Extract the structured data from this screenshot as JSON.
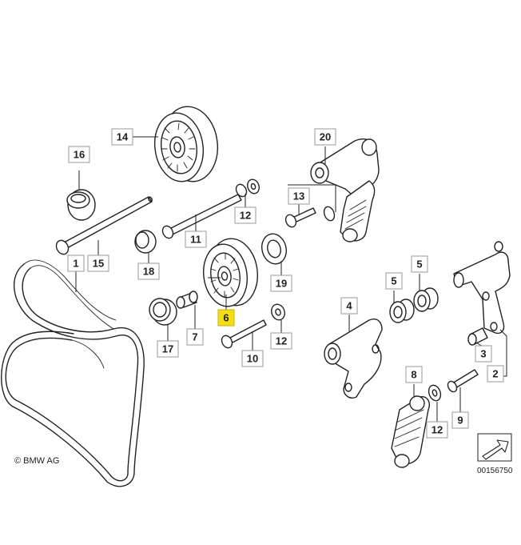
{
  "diagram": {
    "callouts": [
      {
        "id": "c1",
        "label": "1"
      },
      {
        "id": "c2",
        "label": "2"
      },
      {
        "id": "c3",
        "label": "3"
      },
      {
        "id": "c4",
        "label": "4"
      },
      {
        "id": "c5a",
        "label": "5"
      },
      {
        "id": "c5b",
        "label": "5"
      },
      {
        "id": "c6",
        "label": "6",
        "highlighted": true
      },
      {
        "id": "c7",
        "label": "7"
      },
      {
        "id": "c8",
        "label": "8"
      },
      {
        "id": "c9",
        "label": "9"
      },
      {
        "id": "c10",
        "label": "10"
      },
      {
        "id": "c11",
        "label": "11"
      },
      {
        "id": "c12a",
        "label": "12"
      },
      {
        "id": "c12b",
        "label": "12"
      },
      {
        "id": "c12c",
        "label": "12"
      },
      {
        "id": "c13",
        "label": "13"
      },
      {
        "id": "c14",
        "label": "14"
      },
      {
        "id": "c15",
        "label": "15"
      },
      {
        "id": "c16",
        "label": "16"
      },
      {
        "id": "c17",
        "label": "17"
      },
      {
        "id": "c18",
        "label": "18"
      },
      {
        "id": "c19",
        "label": "19"
      },
      {
        "id": "c20",
        "label": "20"
      }
    ],
    "highlight_color": "#f4dd16",
    "copyright": "© BMW AG",
    "diagram_code": "00156750"
  }
}
